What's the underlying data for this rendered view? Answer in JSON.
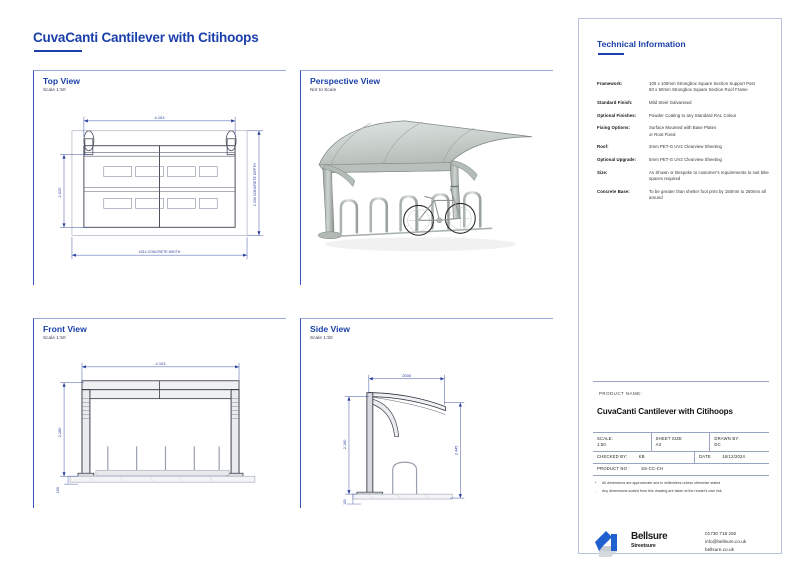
{
  "document": {
    "title": "CuvaCanti Cantilever with Citihoops"
  },
  "panels": {
    "top_view": {
      "title": "Top View",
      "subtitle": "Scale 1:50"
    },
    "perspective_view": {
      "title": "Perspective View",
      "subtitle": "Not to Scale"
    },
    "front_view": {
      "title": "Front View",
      "subtitle": "Scale 1:50"
    },
    "side_view": {
      "title": "Side View",
      "subtitle": "Scale 1:50"
    }
  },
  "dimensions": {
    "top_view": {
      "width": "4.103",
      "depth": "2.020",
      "concrete_depth": "2.330 CONCRETE DEPTH",
      "concrete_width": "4314 CONCRETE WIDTH"
    },
    "front_view": {
      "width": "4.103",
      "height": "2.180",
      "base": "150"
    },
    "side_view": {
      "roof_span": "2000",
      "post_height": "2.180",
      "overall_height": "2.445",
      "base": "150"
    }
  },
  "technical": {
    "heading": "Technical Information",
    "specs": [
      {
        "label": "Framework:",
        "value": "100 x 100mm Strongbox Square Section Support Post\n50 x 50mm  Strongbox Square Section Roof Frame"
      },
      {
        "label": "Standard Finish:",
        "value": "Mild Steel Galvanised"
      },
      {
        "label": "Optional Finishes:",
        "value": "Powder Coating to any Standard RAL Colour"
      },
      {
        "label": "Fixing Options:",
        "value": "Surface Mounted with Base Plates\nor Root Fixed"
      },
      {
        "label": "Roof:",
        "value": "3mm PET-G UV2 Clearview Sheeting"
      },
      {
        "label": "Optional Upgrade:",
        "value": "5mm PET-G UV2 Clearview Sheeting"
      },
      {
        "label": "Size:",
        "value": "As Shown or Bespoke to customer's requirements to suit bike spaces required"
      },
      {
        "label": "Concrete Base:",
        "value": "To be greater than shelter foot print by 150mm to 250mm all around"
      }
    ]
  },
  "title_block": {
    "product_name_label": "PRODUCT NAME:",
    "product_name": "CuvaCanti Cantilever with Citihoops",
    "scale_label": "SCALE:",
    "scale_value": "1:50",
    "sheet_size_label": "SHEET SIZE",
    "sheet_size_value": "A3",
    "drawn_by_label": "DRAWN BY:",
    "drawn_by_value": "DC",
    "checked_by_label": "CHECKED BY:",
    "checked_by_value": "KB",
    "date_label": "DATE",
    "date_value": "16/12/2024",
    "product_no_label": "PRODUCT NO :",
    "product_no_value": "SS-CC-CH"
  },
  "notes": [
    {
      "bullet": "*",
      "text": "All dimensions are approximate and in millimetres unless otherwise stated"
    },
    {
      "bullet": "-",
      "text": "Any dimensions scaled from this drawing are taken at the reader's own risk"
    }
  ],
  "brand": {
    "name": "Bellsure",
    "tagline": "Streetsure",
    "phone": "01730 718 292",
    "email": "info@bellsure.co.uk",
    "website": "bellsure.co.uk"
  },
  "colors": {
    "accent_blue": "#1a3faa",
    "panel_border": "#3355bb",
    "drawing_line": "#2c2f3a",
    "dimension_blue": "#2a3f9c"
  }
}
